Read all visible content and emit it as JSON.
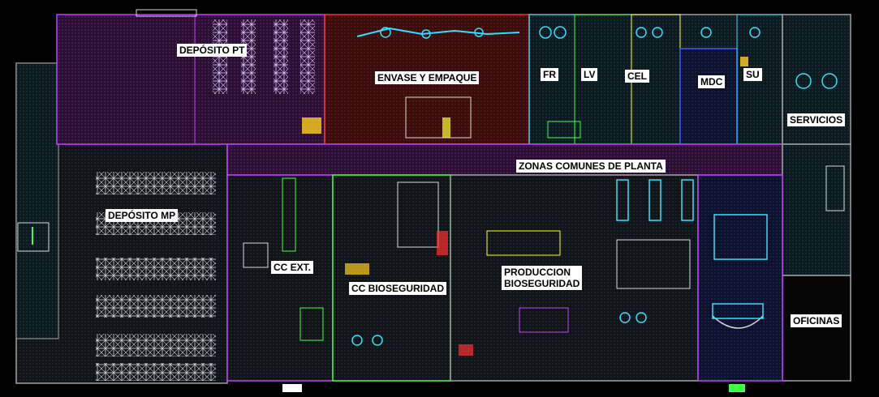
{
  "labels": {
    "deposito_pt": "DEPÓSITO PT",
    "envase_empaque": "ENVASE Y EMPAQUE",
    "fr": "FR",
    "lv": "LV",
    "cel": "CEL",
    "mdc": "MDC",
    "su": "SU",
    "servicios": "SERVICIOS",
    "zonas_comunes": "ZONAS COMUNES DE PLANTA",
    "deposito_mp": "DEPÓSITO MP",
    "cc_ext": "CC EXT.",
    "cc_bioseguridad": "CC BIOSEGURIDAD",
    "produccion_bioseguridad": "PRODUCCION\nBIOSEGURIDAD",
    "oficinas": "OFICINAS"
  },
  "colors": {
    "background": "#000000",
    "purple_zone": "#c040ff",
    "red_zone": "#ff3030",
    "gray_zone": "#a0a0a0",
    "yellow_zone": "#ffff30",
    "green_zone": "#40ff40",
    "cyan_zone": "#30d0ff",
    "blue_zone": "#3060ff",
    "label_bg": "#ffffff"
  }
}
